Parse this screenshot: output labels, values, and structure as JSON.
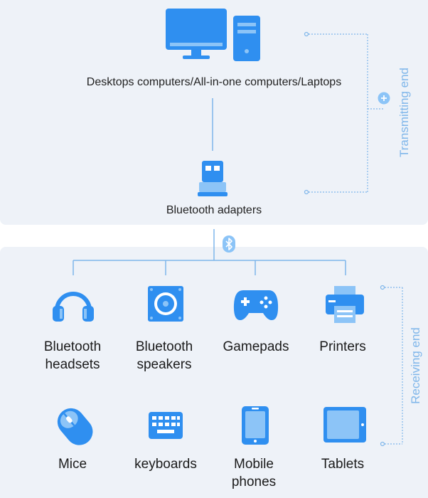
{
  "transmitting": {
    "side_label": "Transmitting end",
    "computers_label": "Desktops computers/All-in-one computers/Laptops",
    "adapter_label": "Bluetooth adapters"
  },
  "receiving": {
    "side_label": "Receiving end",
    "devices": [
      {
        "label": "Bluetooth\nheadsets",
        "icon": "headset-icon"
      },
      {
        "label": "Bluetooth\nspeakers",
        "icon": "speaker-icon"
      },
      {
        "label": "Gamepads",
        "icon": "gamepad-icon"
      },
      {
        "label": "Printers",
        "icon": "printer-icon"
      },
      {
        "label": "Mice",
        "icon": "mouse-icon"
      },
      {
        "label": "keyboards",
        "icon": "keyboard-icon"
      },
      {
        "label": "Mobile\nphones",
        "icon": "phone-icon"
      },
      {
        "label": "Tablets",
        "icon": "tablet-icon"
      }
    ]
  },
  "colors": {
    "icon_blue": "#2f8ff0",
    "icon_light": "#8cc4f7",
    "line_blue": "#7fb6ea",
    "panel_bg": "#eef2f8"
  }
}
